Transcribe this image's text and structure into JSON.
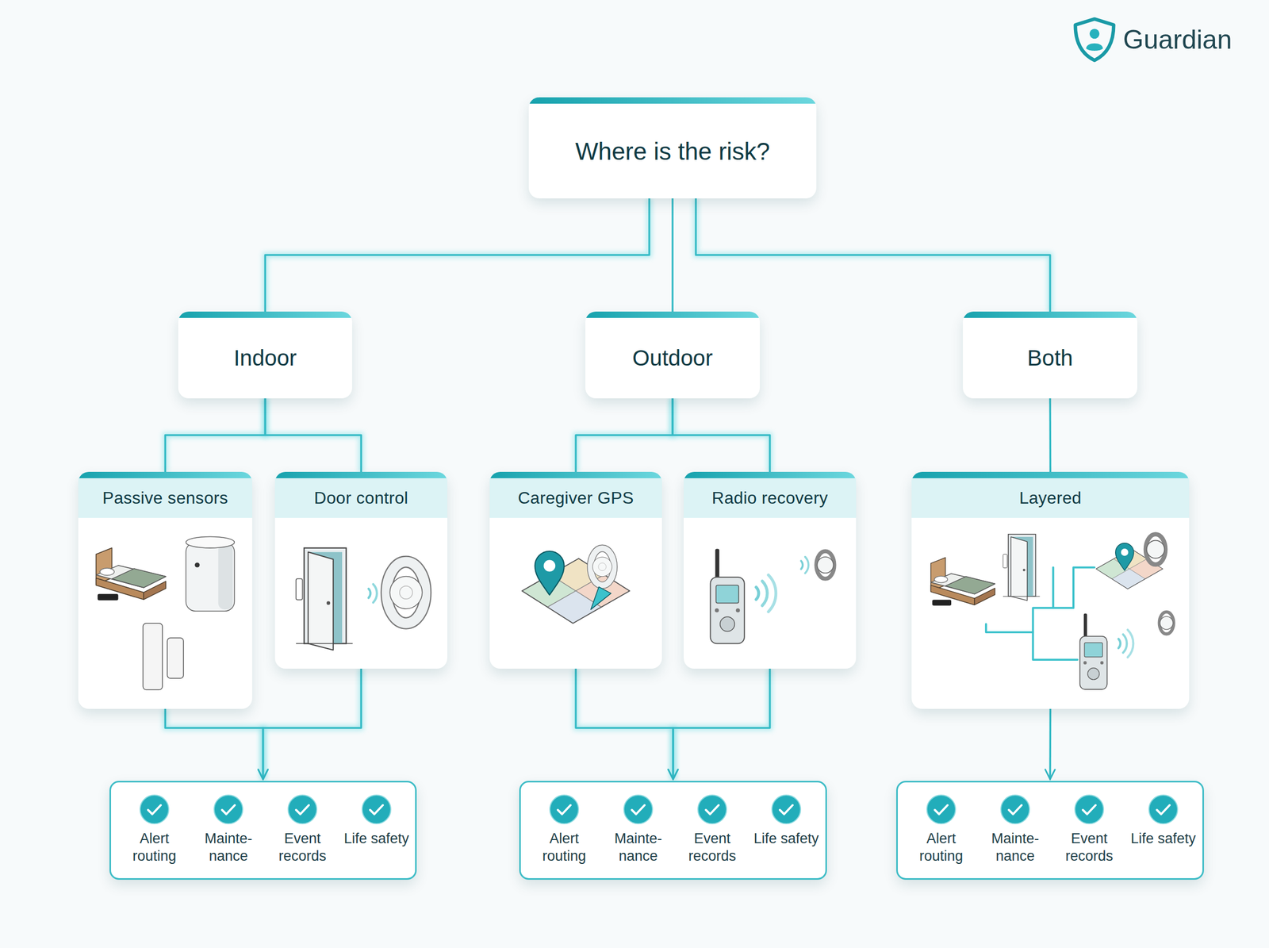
{
  "diagram": {
    "nodes": [
      {
        "text": [
          "Where is the risk?"
        ]
      },
      {
        "text": [
          "Indoor"
        ]
      },
      {
        "text": [
          "Outdoor"
        ]
      },
      {
        "text": [
          "Both"
        ]
      },
      {
        "text": [
          "Passive sensors"
        ]
      },
      {
        "text": [
          "Door control"
        ]
      },
      {
        "text": [
          "Caregiver GPS"
        ]
      },
      {
        "text": [
          "Radio recovery"
        ]
      },
      {
        "text": [
          "Layered"
        ]
      },
      {
        "text": [
          "Alert routing",
          "Mainte- nance",
          "Event records",
          "Life safety"
        ]
      },
      {
        "text": [
          "Alert routing",
          "Mainte- nance",
          "Event records",
          "Life safety"
        ]
      },
      {
        "text": [
          "Alert routing",
          "Mainte- nance",
          "Event records",
          "Life safety"
        ]
      }
    ],
    "edges": [
      {
        "from": 0,
        "to": 1,
        "arrow": "none"
      },
      {
        "from": 0,
        "to": 2,
        "arrow": "none"
      },
      {
        "from": 0,
        "to": 3,
        "arrow": "none"
      },
      {
        "from": 1,
        "to": 4,
        "arrow": "none"
      },
      {
        "from": 1,
        "to": 5,
        "arrow": "none"
      },
      {
        "from": 2,
        "to": 6,
        "arrow": "none"
      },
      {
        "from": 2,
        "to": 7,
        "arrow": "none"
      },
      {
        "from": 3,
        "to": 8,
        "arrow": "none"
      },
      {
        "from": 4,
        "to": 9,
        "arrow": "to"
      },
      {
        "from": 5,
        "to": 9,
        "arrow": "to"
      },
      {
        "from": 6,
        "to": 10,
        "arrow": "to"
      },
      {
        "from": 7,
        "to": 10,
        "arrow": "to"
      },
      {
        "from": 8,
        "to": 11,
        "arrow": "to"
      }
    ],
    "labels": [
      "Guardian"
    ]
  }
}
